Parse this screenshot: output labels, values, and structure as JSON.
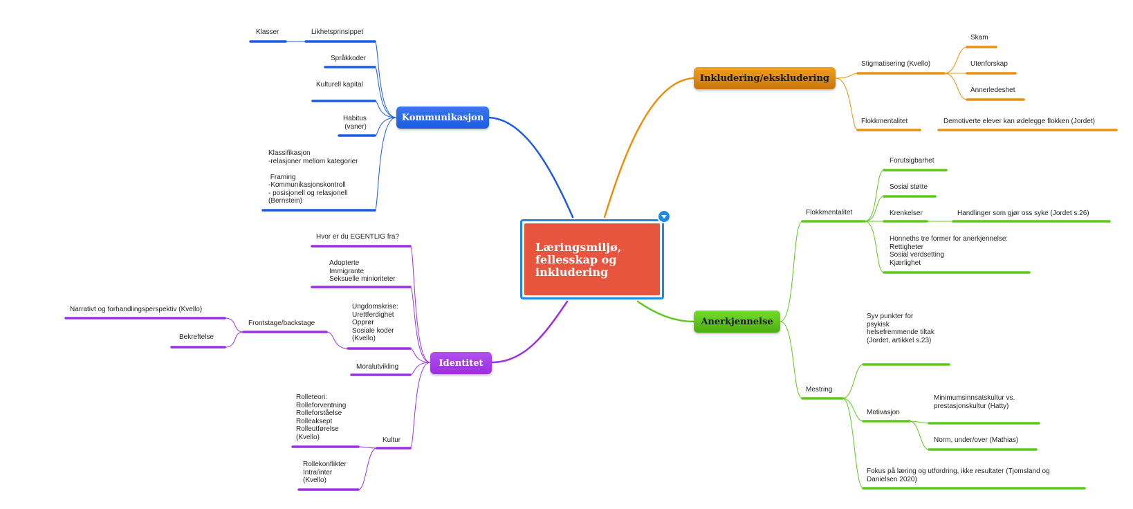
{
  "central": {
    "label": "Læringsmiljø,\nfellesskap og\ninkludering"
  },
  "branches": {
    "kommunikasjon": {
      "label": "Kommunikasjon",
      "color": "#1c5ce0",
      "children": {
        "likhetsprinsippet": "Likhetsprinsippet",
        "klasser": "Klasser",
        "sprakkoder": "Språkkoder",
        "kulturell_kapital": "Kulturell kapital",
        "habitus": "Habitus\n(vaner)",
        "bernstein": "Klassifikasjon\n-relasjoner mellom kategorier\n\n Framing\n-Kommunikasjonskontroll\n- posisjonell og relasjonell\n(Bernstein)"
      }
    },
    "identitet": {
      "label": "Identitet",
      "color": "#9b30e0",
      "children": {
        "hvor_er_du": "Hvor er du EGENTLIG fra?",
        "adopterte": "Adopterte\nImmigrante\nSeksuelle minioriteter",
        "ungdomskrise": "Ungdomskrise:\nUrettferdighet\nOpprør\nSosiale koder\n(Kvello)",
        "frontstage": "Frontstage/backstage",
        "narrativt": "Narrativt og forhandlingsperspektiv (Kvello)",
        "bekreftelse": "Bekreftelse",
        "moralutvikling": "Moralutvikling",
        "kultur": "Kultur",
        "rolleteori": "Rolleteori:\nRolleforventning\nRolleforståelse\nRolleaksept\nRolleutførelse\n(Kvello)",
        "rollekonflikter": "Rollekonflikter\nIntra/inter\n(Kvello)"
      }
    },
    "inkludering": {
      "label": "Inkludering/ekskludering",
      "color": "#e8900e",
      "children": {
        "stigmatisering": "Stigmatisering (Kvello)",
        "skam": "Skam",
        "utenforskap": "Utenforskap",
        "annerledeshet": "Annerledeshet",
        "flokkmentalitet": "Flokkmentalitet",
        "demotiverte": "Demotiverte elever kan ødelegge flokken (Jordet)"
      }
    },
    "anerkjennelse": {
      "label": "Anerkjennelse",
      "color": "#5cc81a",
      "children": {
        "flokkmentalitet": "Flokkmentalitet",
        "forutsigbarhet": "Forutsigbarhet",
        "sosial_stotte": "Sosial støtte",
        "krenkelser": "Krenkelser",
        "handlinger": "Handlinger som gjør oss syke (Jordet s.26)",
        "honneths": "Honneths tre former for anerkjennelse:\nRettigheter\nSosial verdsetting\nKjærlighet",
        "mestring": "Mestring",
        "syv_punkter": "Syv punkter for\npsykisk\nhelsefremmende tiltak\n(Jordet, artikkel s.23)",
        "motivasjon": "Motivasjon",
        "minimums": "Minimumsinnsatskultur vs.\nprestasjonskultur (Hatty)",
        "norm": "Norm, under/over (Mathias)",
        "fokus": "Fokus på læring og utfordring, ikke resultater (Tjomsland og\nDanielsen 2020)"
      }
    }
  },
  "colors": {
    "blue": "#1c5ce0",
    "purple": "#9b30e0",
    "orange": "#e8900e",
    "green": "#5cc81a",
    "central": "#e8553e",
    "frame": "#1e88e5"
  }
}
